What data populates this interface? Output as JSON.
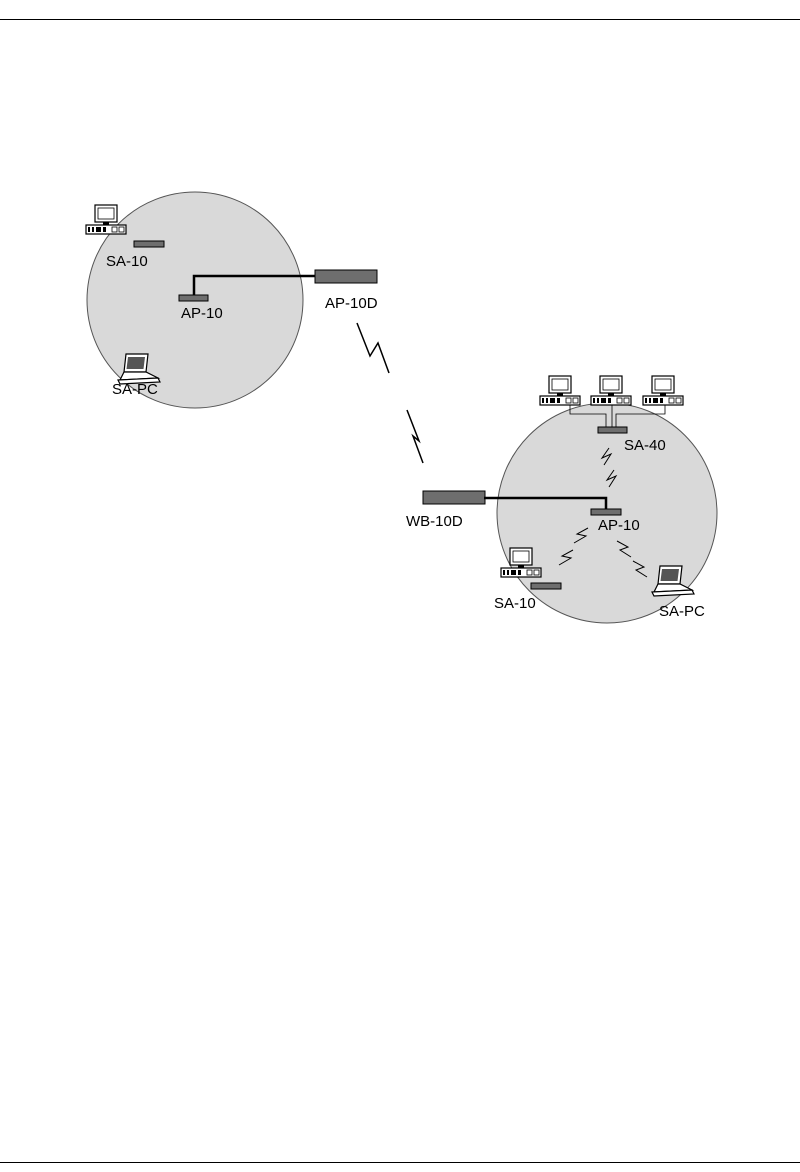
{
  "labels": {
    "left_sa10": "SA-10",
    "left_ap10": "AP-10",
    "ap10d": "AP-10D",
    "left_sapc": "SA-PC",
    "sa40": "SA-40",
    "wb10d": "WB-10D",
    "right_ap10": "AP-10",
    "right_sa10": "SA-10",
    "right_sapc": "SA-PC"
  },
  "icons": {
    "desktop": "desktop-computer-icon",
    "laptop": "laptop-computer-icon",
    "wireless": "wireless-link-icon",
    "adapter": "network-adapter-icon"
  },
  "colors": {
    "cell_fill": "#d9d9d9",
    "device_fill": "#6e6e6e",
    "line": "#000000"
  }
}
